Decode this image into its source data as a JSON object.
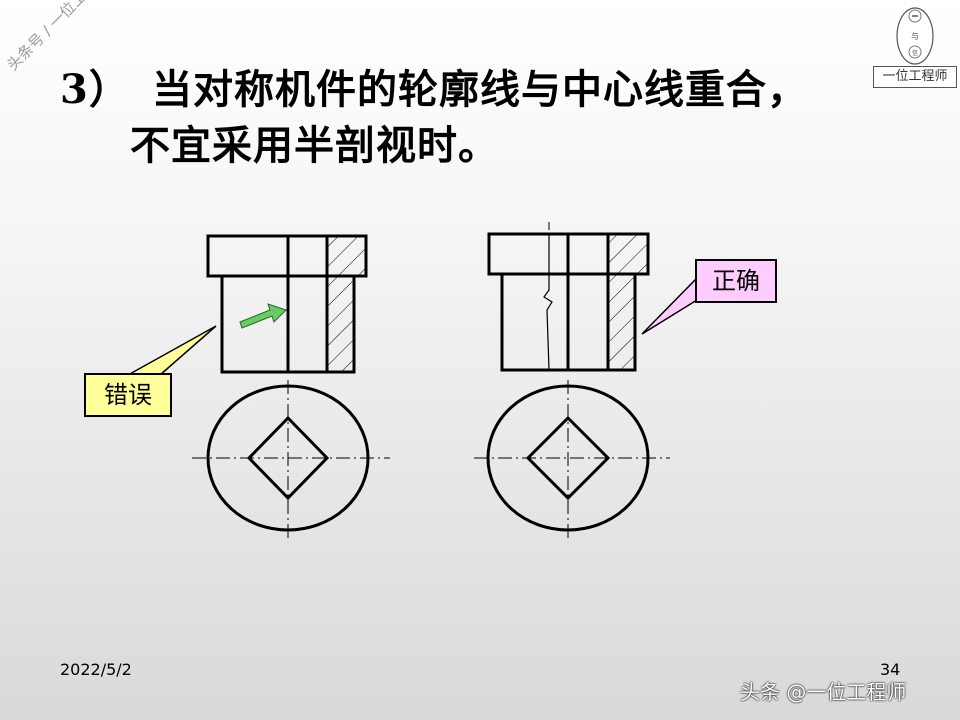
{
  "heading": {
    "number": "3）",
    "line1": "当对称机件的轮廓线与中心线重合，",
    "line2": "不宜采用半剖视时。"
  },
  "watermark": {
    "diagonal_text": "头条号 / 一位工程师",
    "logo_caption": "一位工程师",
    "footer_mark": "头条 @一位工程师"
  },
  "callouts": {
    "wrong": "错误",
    "right": "正确"
  },
  "footer": {
    "date": "2022/5/2",
    "page": "34"
  },
  "colors": {
    "wrong_fill": "#ffff99",
    "right_fill": "#ffccff",
    "arrow_fill": "#66cc66"
  }
}
